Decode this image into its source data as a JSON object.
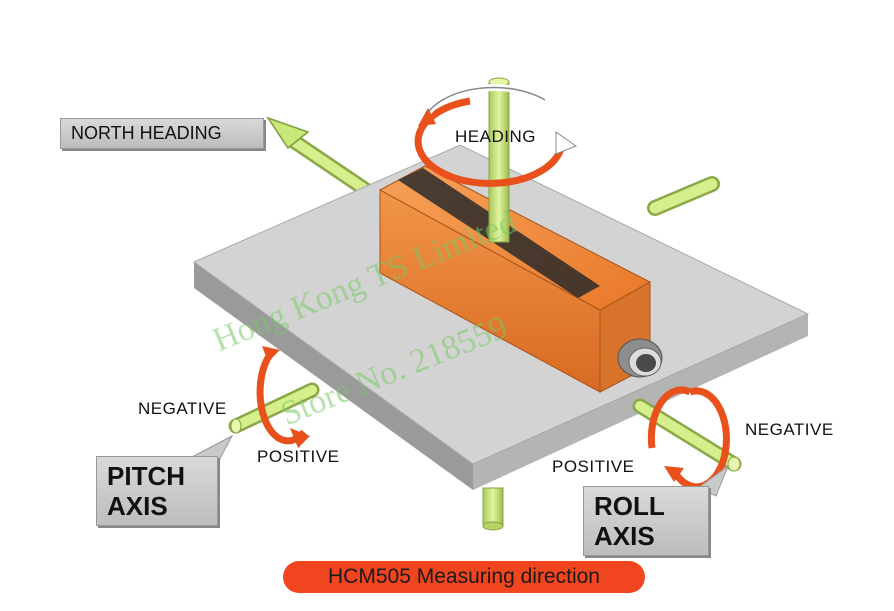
{
  "labels": {
    "north_heading": "NORTH HEADING",
    "heading": "HEADING",
    "negative_pitch": "NEGATIVE",
    "positive_pitch": "POSITIVE",
    "pitch_axis_line1": "PITCH",
    "pitch_axis_line2": "AXIS",
    "negative_roll": "NEGATIVE",
    "positive_roll": "POSITIVE",
    "roll_axis_line1": "ROLL",
    "roll_axis_line2": "AXIS",
    "footer_caption": "HCM505 Measuring direction"
  },
  "watermark": {
    "line1": "Hong Kong TS Limited",
    "line2": "Store No. 218559"
  },
  "colors": {
    "plate": "#d0d0d0",
    "axis_rod": "#c8e87a",
    "rotation_arrow": "#e8501c",
    "sensor_body": "#f08a3c",
    "footer_pill": "#f0451f",
    "callout_bg": "#cccccc"
  }
}
